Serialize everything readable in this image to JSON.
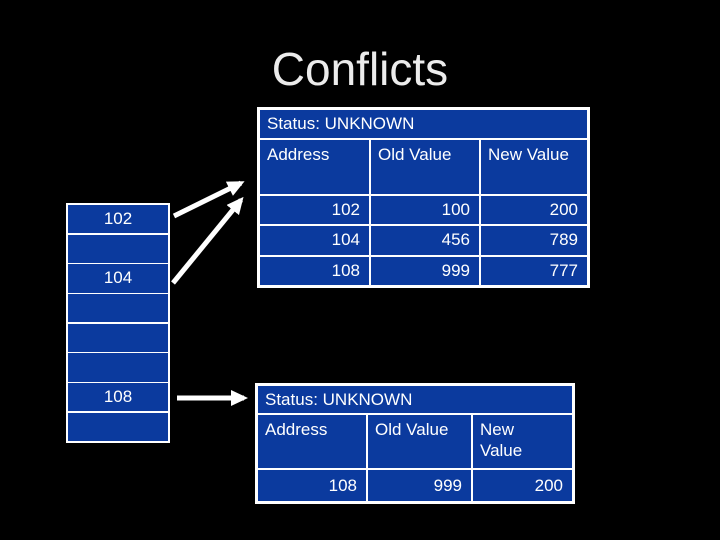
{
  "slide": {
    "title": "Conflicts"
  },
  "colors": {
    "background": "#000000",
    "panel_blue": "#0b3a9e",
    "border_white": "#ffffff",
    "title_gray": "#ececec",
    "arrow_white": "#ffffff"
  },
  "memory_stack": {
    "cells": [
      {
        "label": "102"
      },
      {
        "label": ""
      },
      {
        "label": "104"
      },
      {
        "label": ""
      },
      {
        "label": ""
      },
      {
        "label": ""
      },
      {
        "label": "108"
      },
      {
        "label": ""
      }
    ]
  },
  "table1": {
    "status": "Status: UNKNOWN",
    "columns": [
      "Address",
      "Old Value",
      "New Value"
    ],
    "rows": [
      [
        "102",
        "100",
        "200"
      ],
      [
        "104",
        "456",
        "789"
      ],
      [
        "108",
        "999",
        "777"
      ]
    ]
  },
  "table2": {
    "status": "Status: UNKNOWN",
    "columns": [
      "Address",
      "Old Value",
      "New Value"
    ],
    "rows": [
      [
        "108",
        "999",
        "200"
      ]
    ]
  }
}
